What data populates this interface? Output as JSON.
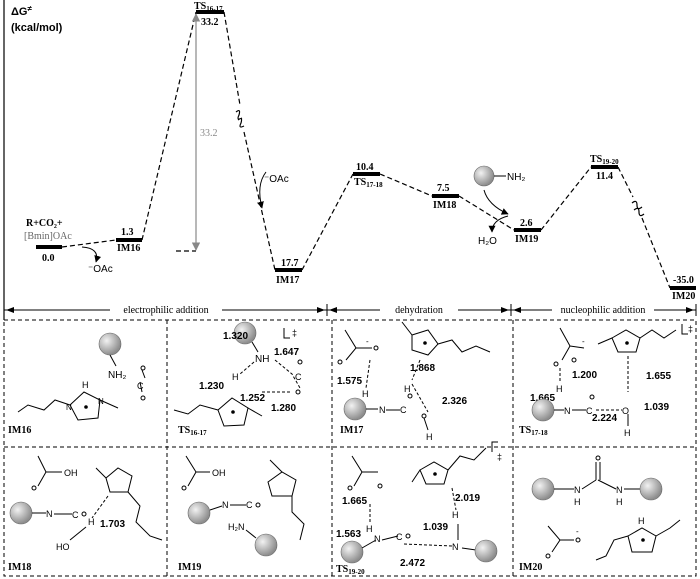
{
  "header": {
    "y_label": "ΔG",
    "y_label_sup": "≠",
    "y_unit": "(kcal/mol)"
  },
  "profile": {
    "start_label_1": "R+CO₂+",
    "start_label_2": "[Bmin]OAc",
    "start_value": "0.0",
    "im16_value": "1.3",
    "im16_label": "IM16",
    "ts1617_label": "TS",
    "ts1617_sub": "16-17",
    "ts1617_value": "33.2",
    "barrier_value": "33.2",
    "im17_value": "17.7",
    "im17_label": "IM17",
    "ts1718_value": "10.4",
    "ts1718_label": "TS",
    "ts1718_sub": "17-18",
    "im18_value": "7.5",
    "im18_label": "IM18",
    "im19_value": "2.6",
    "im19_label": "IM19",
    "ts1920_label": "TS",
    "ts1920_sub": "19-20",
    "ts1920_value": "11.4",
    "im20_value": "-35.0",
    "im20_label": "IM20",
    "oac_left": "⁻OAc",
    "oac_mid": "⁻OAc",
    "nh2_label": "NH₂",
    "h2o_label": "H₂O"
  },
  "stages": [
    "electrophilic addition",
    "dehydration",
    "nucleophilic addition"
  ],
  "panels": {
    "im16": {
      "label": "IM16",
      "nh2": "NH₂",
      "h": "H"
    },
    "ts1617": {
      "label": "TS",
      "sub": "16-17",
      "charge": "‡",
      "d1": "1.320",
      "d2": "1.647",
      "d3": "1.230",
      "d4": "1.252",
      "d5": "1.280"
    },
    "im17": {
      "label": "IM17",
      "d1": "1.575",
      "d2": "1.868",
      "d3": "2.326"
    },
    "ts1718": {
      "label": "TS",
      "sub": "17-18",
      "charge": "‡",
      "d1": "1.200",
      "d2": "1.655",
      "d3": "1.665",
      "d4": "2.224",
      "d5": "1.039"
    },
    "im18": {
      "label": "IM18",
      "d1": "1.703",
      "oh": "OH",
      "ho": "HO"
    },
    "im19": {
      "label": "IM19",
      "oh": "OH",
      "h2n": "H₂N"
    },
    "ts1920": {
      "label": "TS",
      "sub": "19-20",
      "charge": "‡",
      "d1": "1.665",
      "d2": "2.019",
      "d3": "1.563",
      "d4": "1.039",
      "d5": "2.472"
    },
    "im20": {
      "label": "IM20"
    }
  },
  "colors": {
    "line": "#000000",
    "sphere": "#a8a8a8",
    "barrier_arrow": "#888888"
  }
}
